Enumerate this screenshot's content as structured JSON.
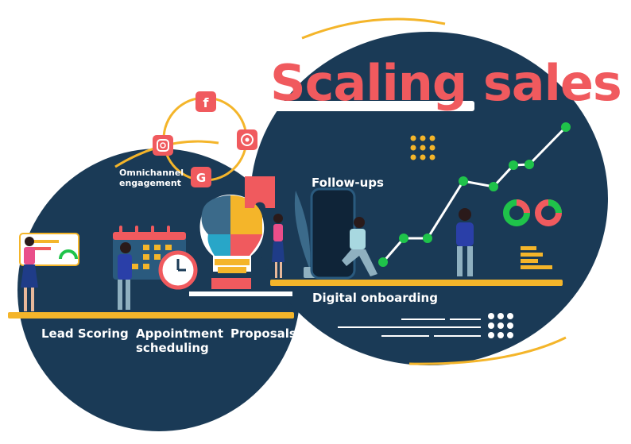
{
  "title": "Scaling sales",
  "colors": {
    "navy": "#1a3a56",
    "coral": "#f05a5e",
    "gold": "#f4b52a",
    "green": "#1fc34a",
    "white": "#ffffff"
  },
  "icons": [
    "facebook-icon",
    "instagram-icon",
    "chrome-icon",
    "google-icon",
    "calendar-icon",
    "clock-icon",
    "lightbulb-puzzle-icon",
    "smartphone-icon",
    "donut-chart-icon",
    "bar-chart-icon",
    "dot-grid-icon"
  ],
  "stages": {
    "omnichannel": [
      "Omnichannel",
      "engagement"
    ],
    "follow_ups": "Follow-ups",
    "digital_onboarding": "Digital onboarding",
    "lead_scoring": "Lead Scoring",
    "appointment": [
      "Appointment",
      "scheduling"
    ],
    "proposals": "Proposals"
  }
}
